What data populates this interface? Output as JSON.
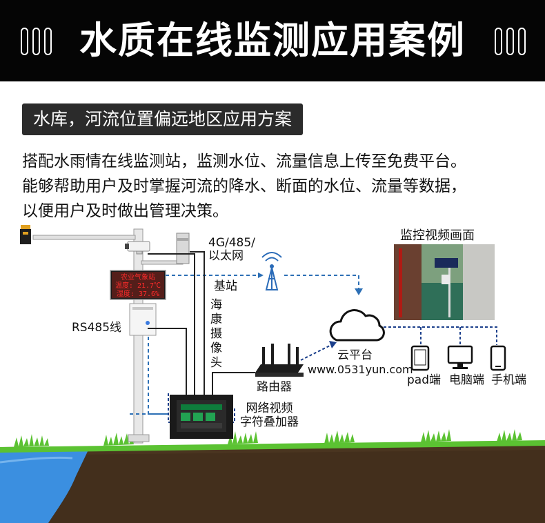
{
  "header": {
    "title": "水质在线监测应用案例"
  },
  "section": {
    "tag": "水库，河流位置偏远地区应用方案"
  },
  "description": {
    "lines": [
      "搭配水雨情在线监测站，监测水位、流量信息上传至免费平台。",
      "能够帮助用户及时掌握河流的降水、断面的水位、流量等数据，",
      "以便用户及时做出管理决策。"
    ]
  },
  "diagram": {
    "led_display": {
      "title": "农业气象站",
      "line1": "温度: 21.7℃",
      "line2": "湿度: 37.6%"
    },
    "labels": {
      "network": "4G/485/\n以太网",
      "base_station": "基站",
      "camera": "海康摄像头",
      "rs485": "RS485线",
      "router": "路由器",
      "cloud": "云平台",
      "website": "www.0531yun.com",
      "overlay": "网络视频\n字符叠加器",
      "monitor_title": "监控视频画面",
      "pad": "pad端",
      "pc": "电脑端",
      "phone": "手机端"
    },
    "colors": {
      "wire_dark": "#222222",
      "wire_blue_dashed": "#2c6fb5",
      "wire_navy_dashed": "#1b3f8b",
      "led_red": "#ff2b2b",
      "water": "#3b8fe0",
      "ground": "#4a3520",
      "grass": "#5bc232"
    }
  }
}
